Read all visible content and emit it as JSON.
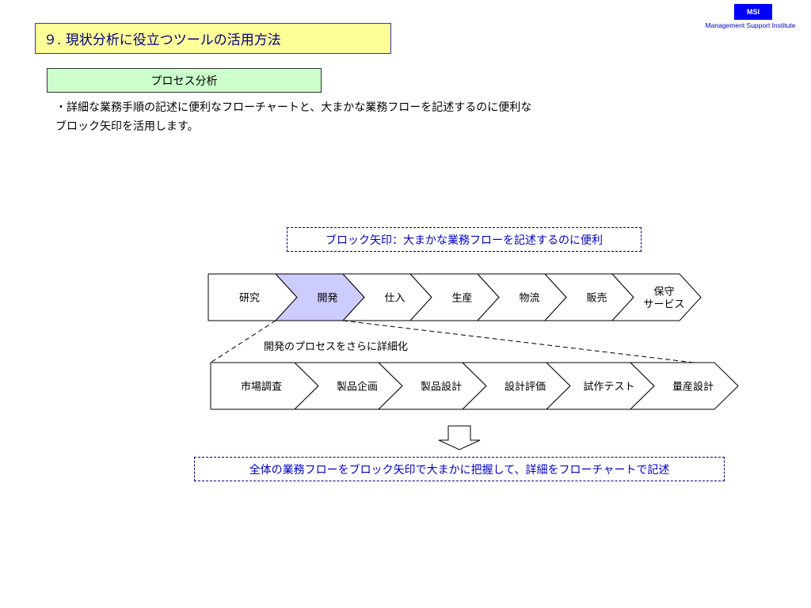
{
  "logo": {
    "abbr": "MSI",
    "name": "Management Support Institute"
  },
  "title": "９. 現状分析に役立つツールの活用方法",
  "section": "プロセス分析",
  "description": [
    "・詳細な業務手順の記述に便利なフローチャートと、大まかな業務フローを記述するのに便利な",
    "ブロック矢印を活用します。"
  ],
  "callout_top": "ブロック矢印：大まかな業務フローを記述するのに便利",
  "flow_main": [
    "研究",
    "開発",
    "仕入",
    "生産",
    "物流",
    "販売",
    "保守|サービス"
  ],
  "flow_main_highlight": 1,
  "detail_label": "開発のプロセスをさらに詳細化",
  "flow_detail": [
    "市場調査",
    "製品企画",
    "製品設計",
    "設計評価",
    "試作テスト",
    "量産設計"
  ],
  "callout_bottom": "全体の業務フローをブロック矢印で大まかに把握して、詳細をフローチャートで記述",
  "colors": {
    "highlight": "#ccccff",
    "title_bg": "#ffff99",
    "section_bg": "#ccffcc",
    "accent": "#0000ff"
  }
}
